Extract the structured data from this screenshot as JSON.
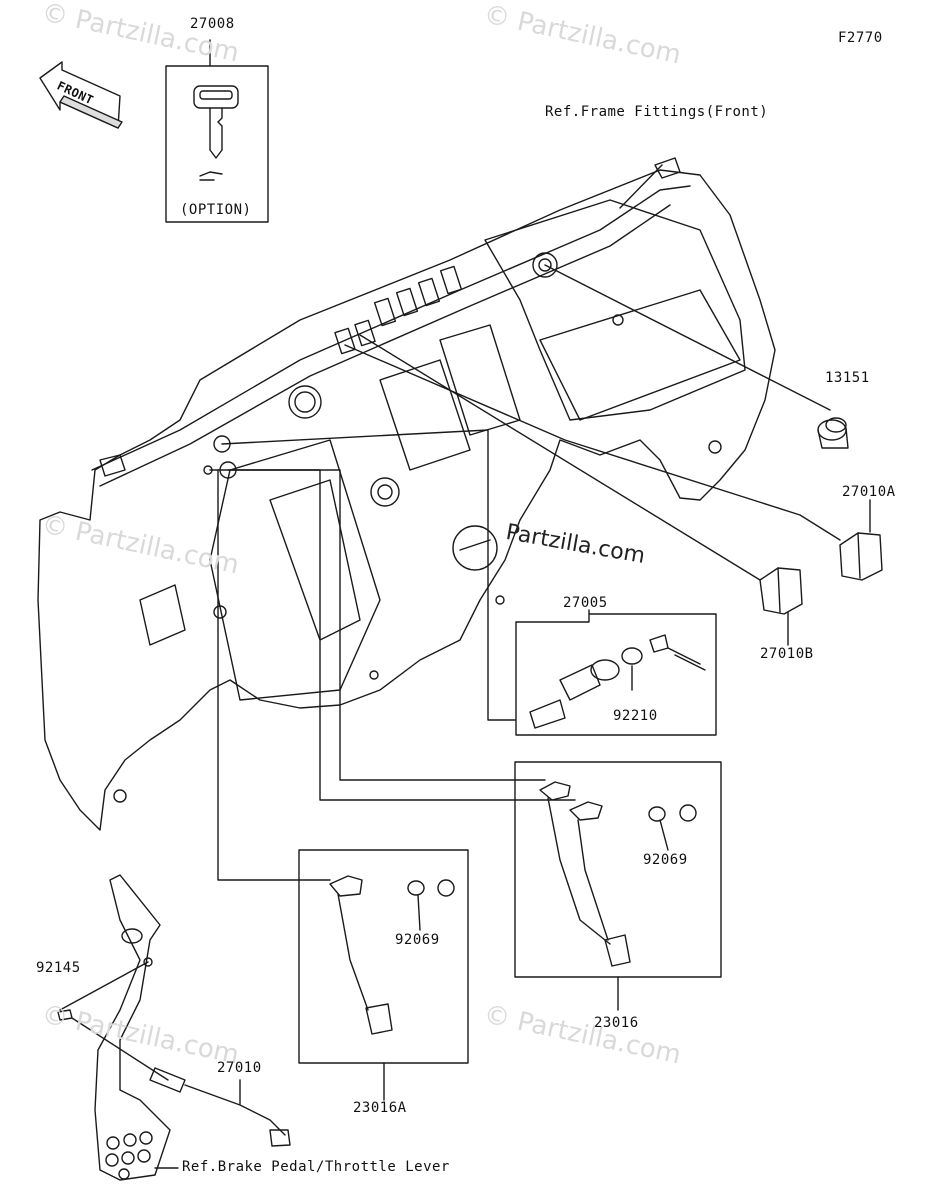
{
  "diagram_code": "F2770",
  "front_arrow_label": "FRONT",
  "option_label": "(OPTION)",
  "watermark_text": "© Partzilla.com",
  "watermark_center_text": "Partzilla.com",
  "refs": {
    "frame_fittings": "Ref.Frame Fittings(Front)",
    "brake_pedal": "Ref.Brake Pedal/Throttle Lever"
  },
  "parts": {
    "p27008": "27008",
    "p13151": "13151",
    "p27010A": "27010A",
    "p27010B": "27010B",
    "p27005": "27005",
    "p92210": "92210",
    "p92069_right": "92069",
    "p92069_left": "92069",
    "p23016": "23016",
    "p23016A": "23016A",
    "p92145": "92145",
    "p27010": "27010"
  },
  "colors": {
    "line": "#1a1a1a",
    "watermark": "#d9d9d9",
    "background": "#ffffff"
  }
}
